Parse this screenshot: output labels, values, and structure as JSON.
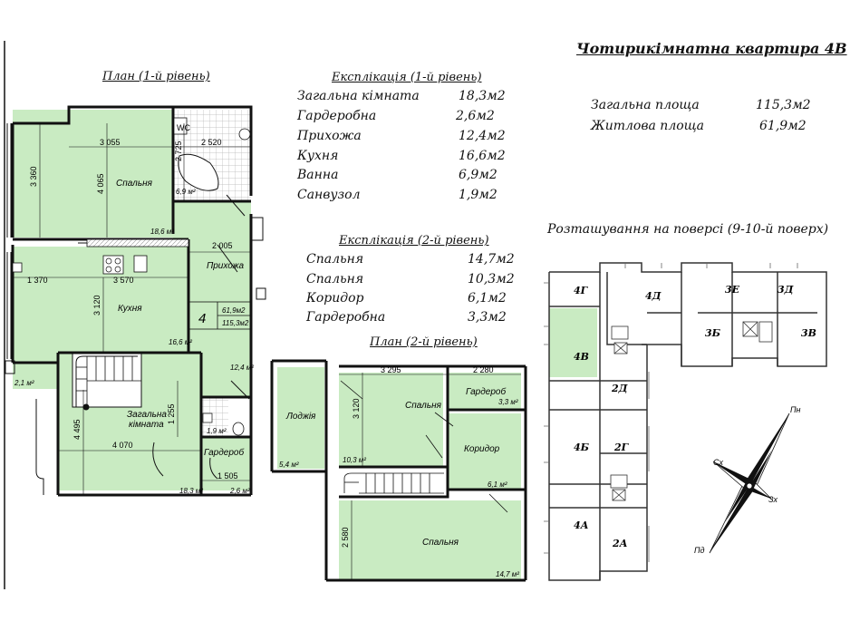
{
  "title": "Чотирикімнатна квартира  4В",
  "plan1": {
    "heading": "План (1-й рівень)",
    "rooms": {
      "bedroom": "Спальня",
      "bedroom_area": "18,6 м²",
      "bath_area": "6,9 м²",
      "wc_label": "WC",
      "kitchen": "Кухня",
      "kitchen_area": "16,6 м²",
      "hall": "Прихожа",
      "hall_area": "12,4 м²",
      "living_1": "Загальна",
      "living_2": "кімната",
      "living_area": "18,3 м²",
      "wardrobe": "Гардероб",
      "wardrobe_area": "2,6 м²",
      "wc_area": "1,9 м²",
      "stair_area": "2,1 м²",
      "apt_number": "4",
      "apt_living": "61,9м2",
      "apt_total": "115,3м2"
    },
    "dims": {
      "d1": "3 055",
      "d2": "2 520",
      "d3": "3 360",
      "d4": "4 065",
      "d5": "2 725",
      "d6": "2 005",
      "d7": "1 370",
      "d8": "3 570",
      "d9": "3 120",
      "d10": "4 495",
      "d11": "1 255",
      "d12": "4 070",
      "d13": "1 505"
    }
  },
  "plan2": {
    "heading": "План (2-й рівень)",
    "rooms": {
      "loggia": "Лоджія",
      "loggia_area": "5,4 м²",
      "bedroom1": "Спальня",
      "bedroom1_area": "10,3 м²",
      "wardrobe": "Гардероб",
      "wardrobe_area": "3,3 м²",
      "corridor": "Коридор",
      "corridor_area": "6,1 м²",
      "bedroom2": "Спальня",
      "bedroom2_area": "14,7 м²"
    },
    "dims": {
      "d1": "3 295",
      "d2": "2 280",
      "d3": "3 120",
      "d4": "2 580"
    }
  },
  "expl1": {
    "heading": "Експлікація (1-й рівень)",
    "items": [
      {
        "name": "Загальна кімната",
        "value": "18,3м2"
      },
      {
        "name": "Гардеробна",
        "value": "2,6м2"
      },
      {
        "name": "Прихожа",
        "value": "12,4м2"
      },
      {
        "name": "Кухня",
        "value": "16,6м2"
      },
      {
        "name": "Ванна",
        "value": "6,9м2"
      },
      {
        "name": "Санвузол",
        "value": "1,9м2"
      }
    ]
  },
  "expl2": {
    "heading": "Експлікація (2-й рівень)",
    "items": [
      {
        "name": "Спальня",
        "value": "14,7м2"
      },
      {
        "name": "Спальня",
        "value": "10,3м2"
      },
      {
        "name": "Коридор",
        "value": "6,1м2"
      },
      {
        "name": "Гардеробна",
        "value": "3,3м2"
      }
    ]
  },
  "summary": {
    "total_label": "Загальна площа",
    "total_value": "115,3м2",
    "living_label": "Житлова площа",
    "living_value": "61,9м2"
  },
  "location": {
    "heading": "Розташування на поверсі (9-10-й поверх)",
    "units": [
      "4Г",
      "4Д",
      "3Е",
      "3Д",
      "3Б",
      "3В",
      "4В",
      "2Д",
      "4Б",
      "2Г",
      "4А",
      "2А"
    ]
  },
  "compass": {
    "n": "Пн",
    "s": "Пд",
    "w": "Сх",
    "e": "Зх"
  },
  "colors": {
    "room_fill": "#c9ebc2",
    "line": "#111111",
    "tile": "#cccccc"
  }
}
